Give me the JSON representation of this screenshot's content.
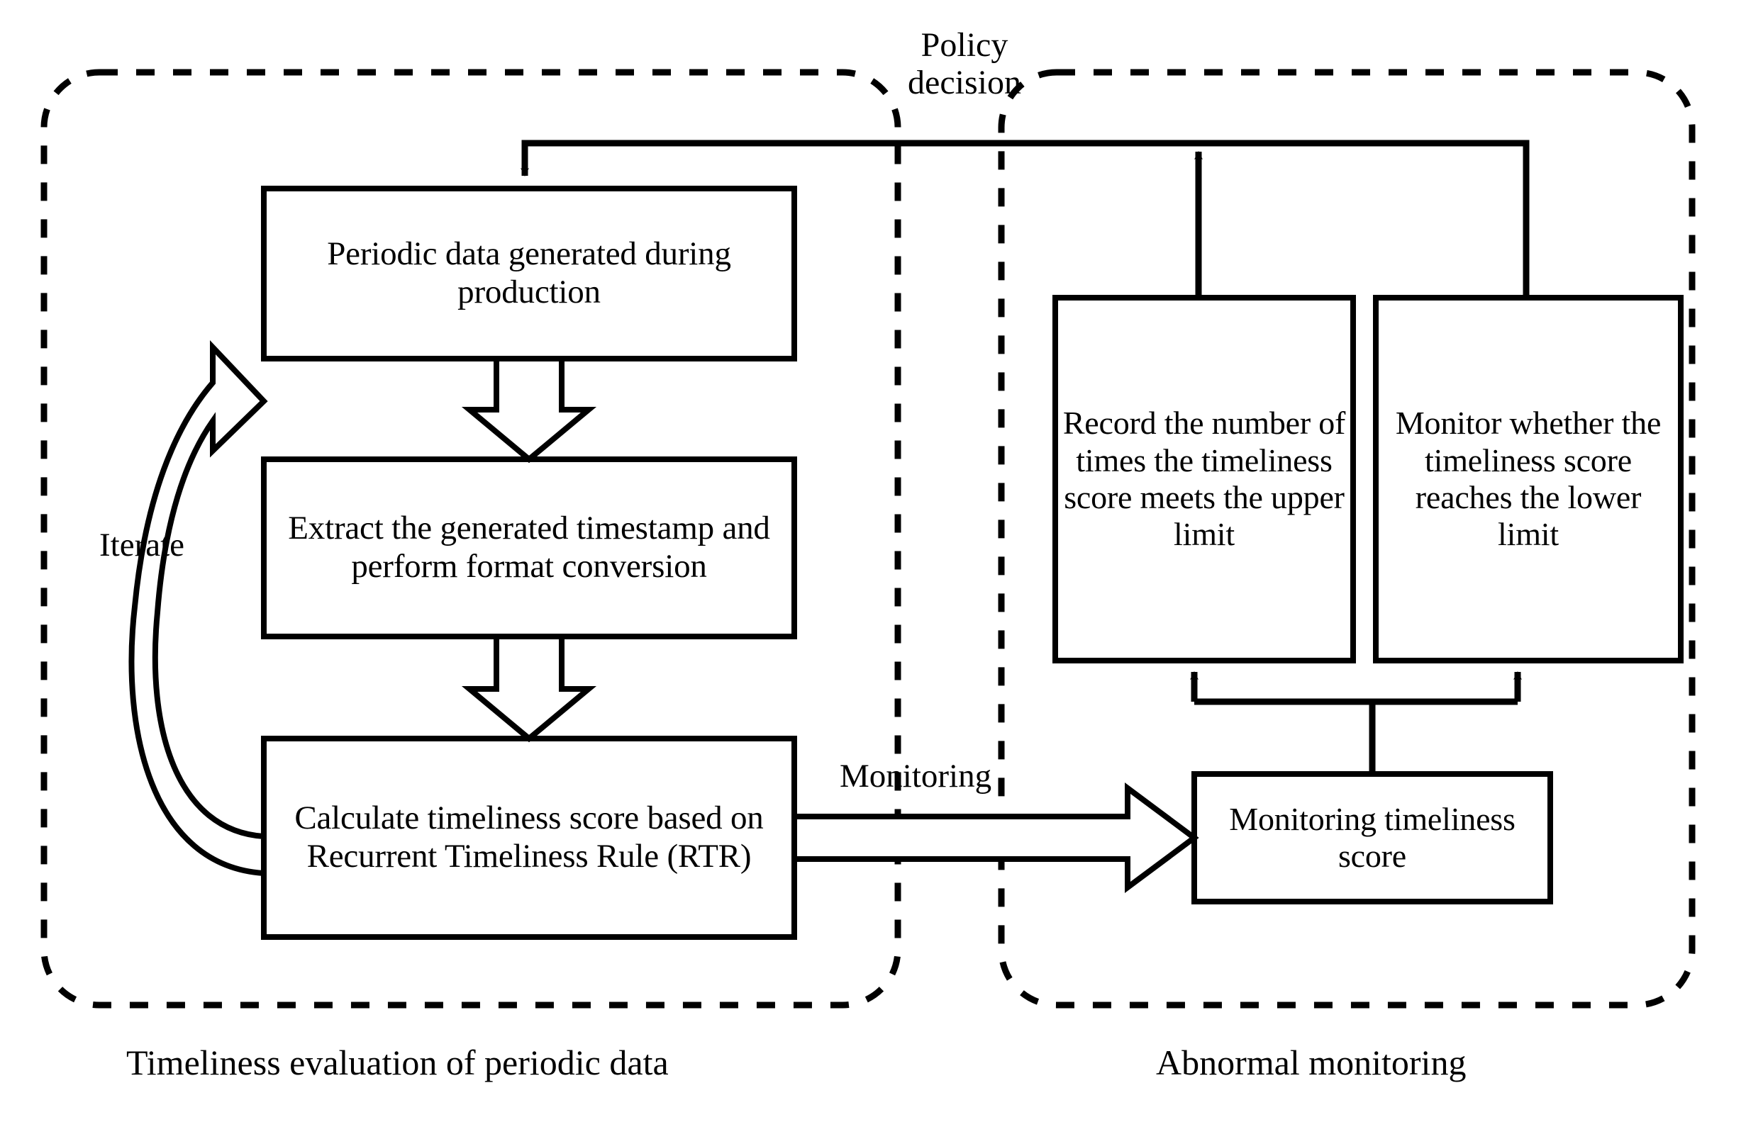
{
  "diagram": {
    "title_visible": false,
    "groups": [
      {
        "id": "left",
        "caption": "Timeliness evaluation of periodic data",
        "border_style": "dashed",
        "color": "#000000"
      },
      {
        "id": "right",
        "caption": "Abnormal monitoring",
        "border_style": "dashed",
        "color": "#000000"
      }
    ],
    "nodes": [
      {
        "id": "periodic-data",
        "label": "Periodic data generated during production",
        "group": "left"
      },
      {
        "id": "extract-timestamp",
        "label": "Extract the generated timestamp and perform format conversion",
        "group": "left"
      },
      {
        "id": "calculate-score",
        "label": "Calculate timeliness score based on Recurrent Timeliness Rule (RTR)",
        "group": "left"
      },
      {
        "id": "record-upper-limit",
        "label": "Record the number of times the timeliness score meets the upper limit",
        "group": "right"
      },
      {
        "id": "monitor-lower-limit",
        "label": "Monitor whether the timeliness score reaches the lower limit",
        "group": "right"
      },
      {
        "id": "monitoring-timeliness-score",
        "label": "Monitoring timeliness score",
        "group": "right"
      }
    ],
    "edge_labels": [
      {
        "id": "policy-decision",
        "label": "Policy decision"
      },
      {
        "id": "iterate",
        "label": "Iterate"
      },
      {
        "id": "monitoring",
        "label": "Monitoring"
      }
    ]
  },
  "colors": {
    "stroke": "#000000",
    "background": "#ffffff",
    "text": "#000000"
  }
}
